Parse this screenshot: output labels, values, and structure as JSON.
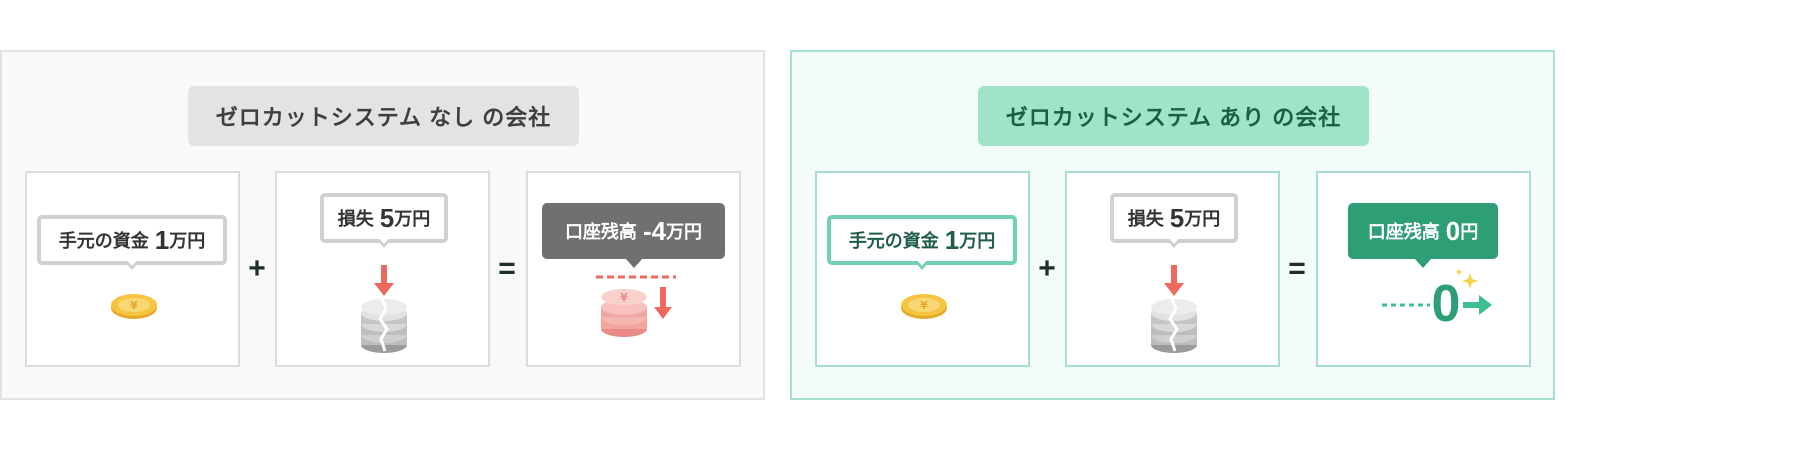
{
  "left_panel": {
    "heading": "ゼロカットシステム なし の会社",
    "card1": {
      "label": "手元の資金",
      "amount": "1",
      "unit": "万円"
    },
    "plus": "+",
    "card2": {
      "label": "損失",
      "amount": "5",
      "unit": "万円"
    },
    "equals": "=",
    "card3": {
      "label": "口座残高",
      "amount": "-4",
      "unit": "万円"
    }
  },
  "right_panel": {
    "heading": "ゼロカットシステム あり の会社",
    "card1": {
      "label": "手元の資金",
      "amount": "1",
      "unit": "万円"
    },
    "plus": "+",
    "card2": {
      "label": "損失",
      "amount": "5",
      "unit": "万円"
    },
    "equals": "=",
    "card3": {
      "label": "口座残高",
      "amount": "0",
      "unit": "円",
      "graphic_value": "0"
    }
  },
  "colors": {
    "coin": "#f5c542",
    "loss_arrow": "#ee6a5e",
    "green_accent": "#2e9e75"
  },
  "icons": [
    "yen-coin-icon",
    "down-arrow-icon",
    "broken-coin-stack-icon",
    "red-coin-stack-icon",
    "zero-arrow-icon",
    "sparkle-icon"
  ]
}
